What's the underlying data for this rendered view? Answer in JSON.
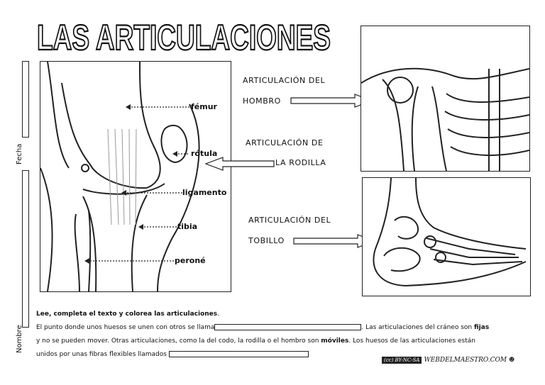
{
  "title": "LAS ARTICULACIONES",
  "side": {
    "fecha": "Fecha",
    "nombre": "Nombre"
  },
  "knee_labels": {
    "femur": "fémur",
    "rotula": "rótula",
    "ligamento": "ligamento",
    "tibia": "tibia",
    "perone": "peroné"
  },
  "joints": {
    "hombro_line1": "ARTICULACIÓN DEL",
    "hombro_line2": "HOMBRO",
    "rodilla_line1": "ARTICULACIÓN DE",
    "rodilla_line2": "LA RODILLA",
    "tobillo_line1": "ARTICULACIÓN DEL",
    "tobillo_line2": "TOBILLO"
  },
  "text": {
    "heading": "Lee, completa el texto y colorea las articulaciones",
    "p1_start": "El punto donde unos huesos se unen con otros se llama",
    "p1_mid": ". Las articulaciones del cráneo son",
    "fijas": "fijas",
    "p2_start": "y no se pueden mover. Otras articulaciones, como la del codo, la rodilla o el hombro son",
    "moviles": "móviles",
    "p2_end": ". Los huesos de las articulaciones están",
    "p3_start": "unidos por unas fibras flexibles llamados"
  },
  "footer": {
    "cc": "(cc) BY-NC-SA",
    "site": "WEBDELMAESTRO.COM"
  }
}
